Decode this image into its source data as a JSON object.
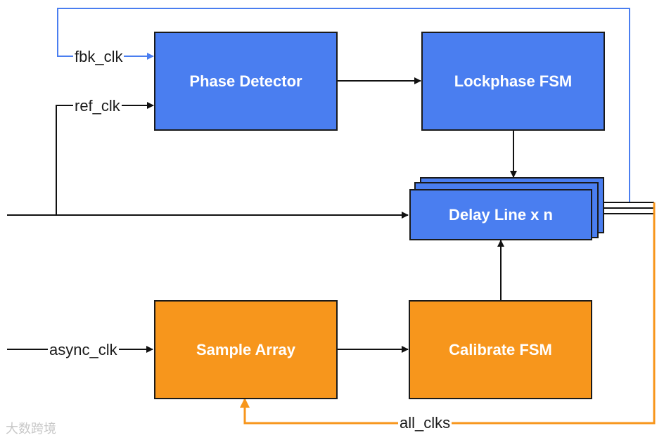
{
  "blocks": {
    "phase_detector": "Phase Detector",
    "lockphase_fsm": "Lockphase FSM",
    "delay_line": "Delay Line x n",
    "sample_array": "Sample Array",
    "calibrate_fsm": "Calibrate FSM"
  },
  "signals": {
    "fbk_clk": "fbk_clk",
    "ref_clk": "ref_clk",
    "async_clk": "async_clk",
    "all_clks": "all_clks"
  },
  "colors": {
    "blue_block": "#4a7ef0",
    "orange_block": "#f7961c",
    "feedback_line": "#4a7ef0",
    "all_clks_line": "#f7961c"
  },
  "watermark": "大数跨境"
}
